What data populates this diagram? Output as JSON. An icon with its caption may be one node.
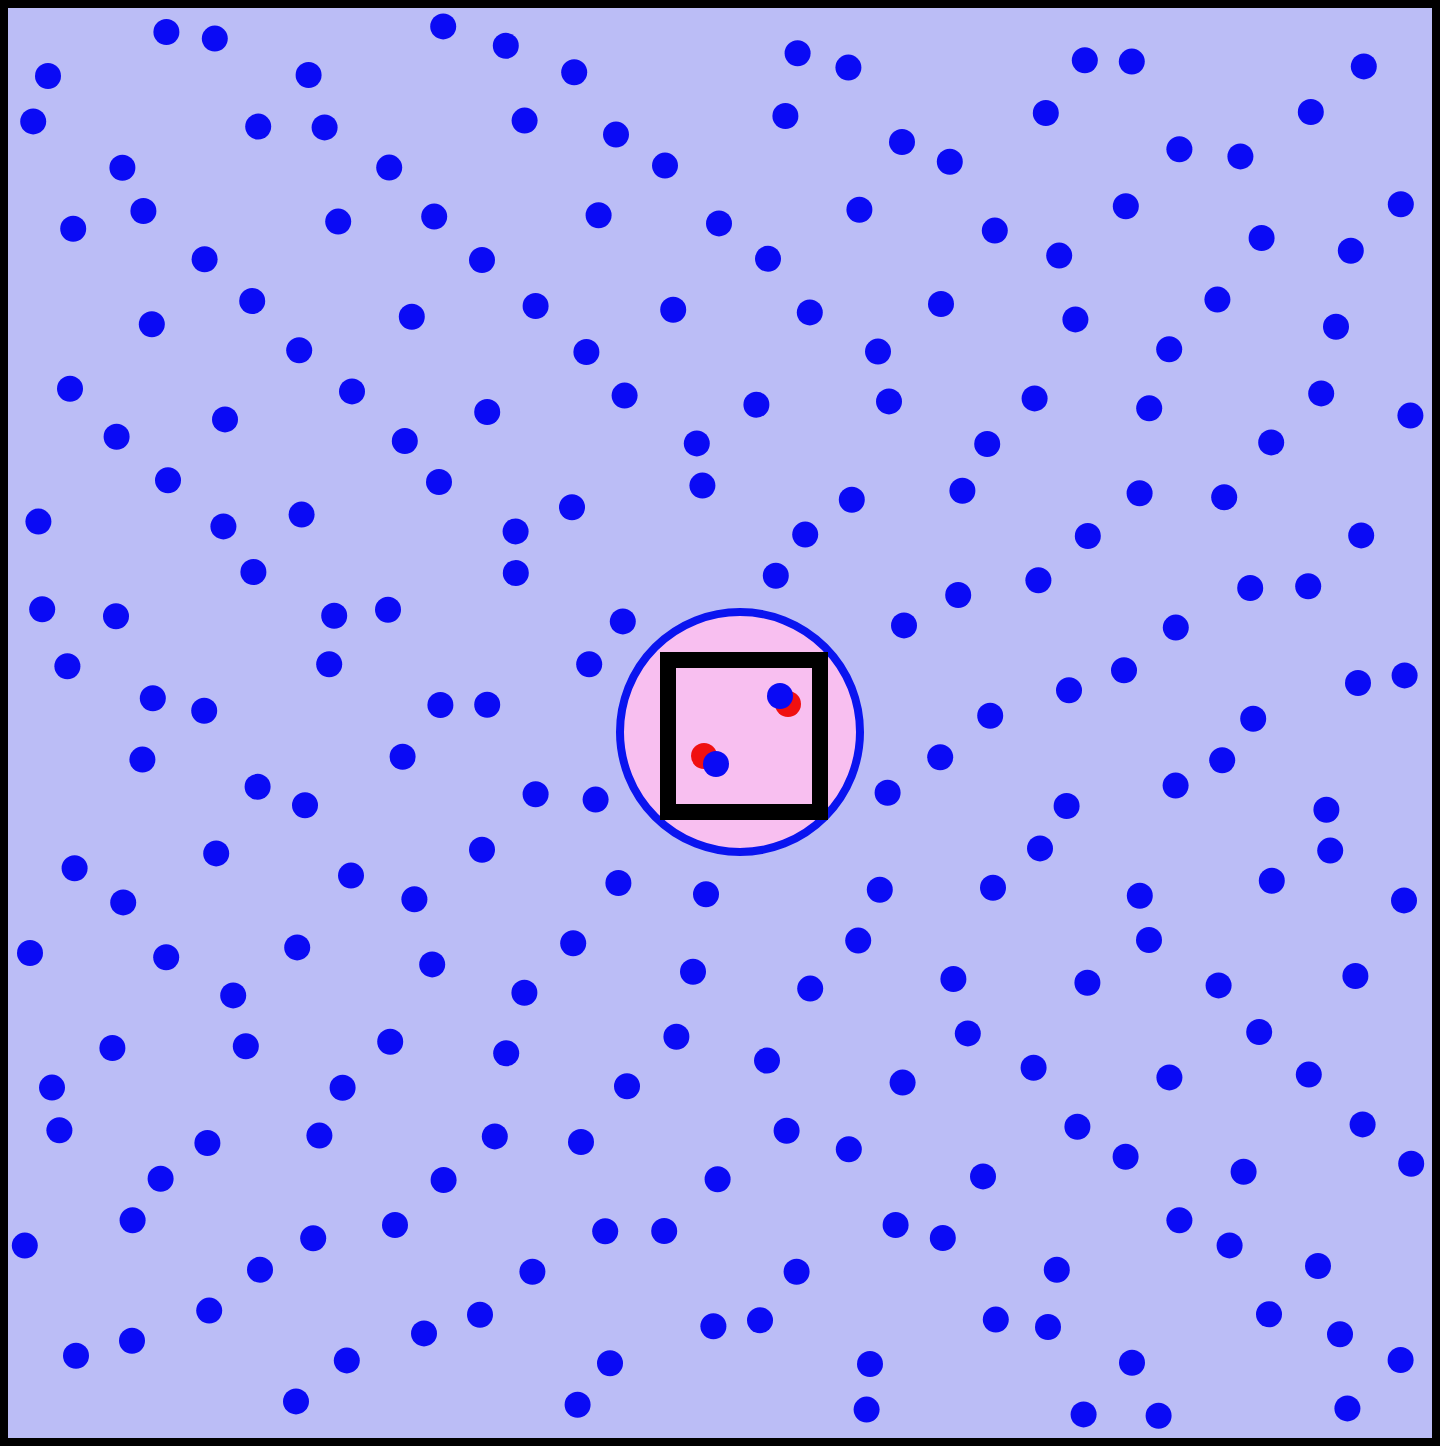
{
  "diagram": {
    "nodes": [
      {
        "text": [],
        "shape": "box"
      },
      {
        "text": [],
        "shape": "circle",
        "in": 0
      },
      {
        "text": [],
        "shape": "box",
        "in": 1
      }
    ]
  }
}
